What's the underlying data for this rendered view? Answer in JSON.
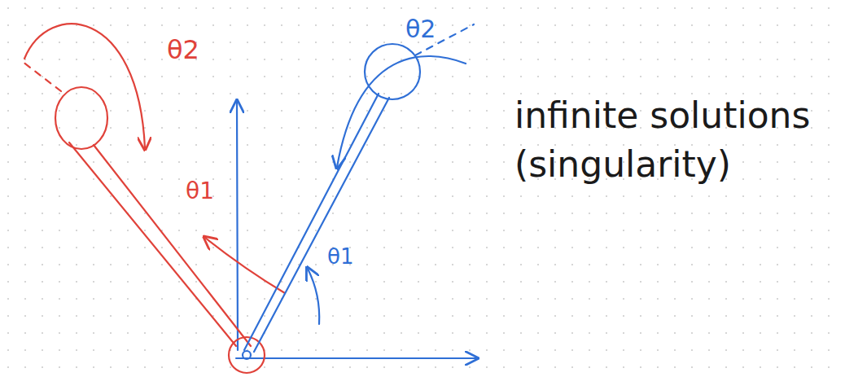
{
  "diagram": {
    "labels": [
      "θ2",
      "θ1",
      "θ2",
      "θ1",
      "infinite solutions (singularity)"
    ]
  }
}
